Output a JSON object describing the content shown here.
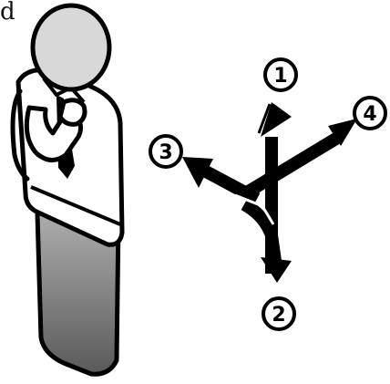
{
  "corner_text": "d",
  "direction_labels": {
    "up": "1",
    "down": "2",
    "left": "3",
    "right": "4"
  },
  "colors": {
    "outline": "#000000",
    "shirt": "#ffffff",
    "head": "#d8d8d8",
    "trousers_top": "#bdbdbd",
    "trousers_bottom": "#5a5a5a"
  }
}
